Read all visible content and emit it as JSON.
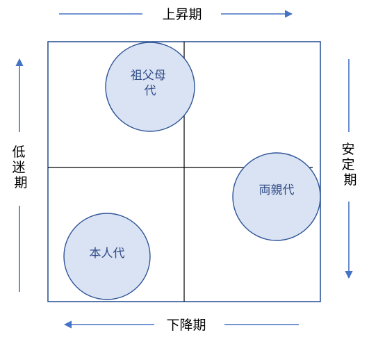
{
  "diagram": {
    "axes": {
      "top": "上昇期",
      "bottom": "下降期",
      "left": "低迷期",
      "right": "安定期"
    },
    "circles": [
      {
        "lines": [
          "祖父母",
          "代"
        ]
      },
      {
        "lines": [
          "両親代"
        ]
      },
      {
        "lines": [
          "本人代"
        ]
      }
    ],
    "colors": {
      "arrow": "#4472c4",
      "frame": "#2f5597",
      "divider": "#000000",
      "circle_fill": "#dae3f3",
      "circle_stroke": "#2f5597",
      "label_text": "#2f4a86"
    }
  }
}
